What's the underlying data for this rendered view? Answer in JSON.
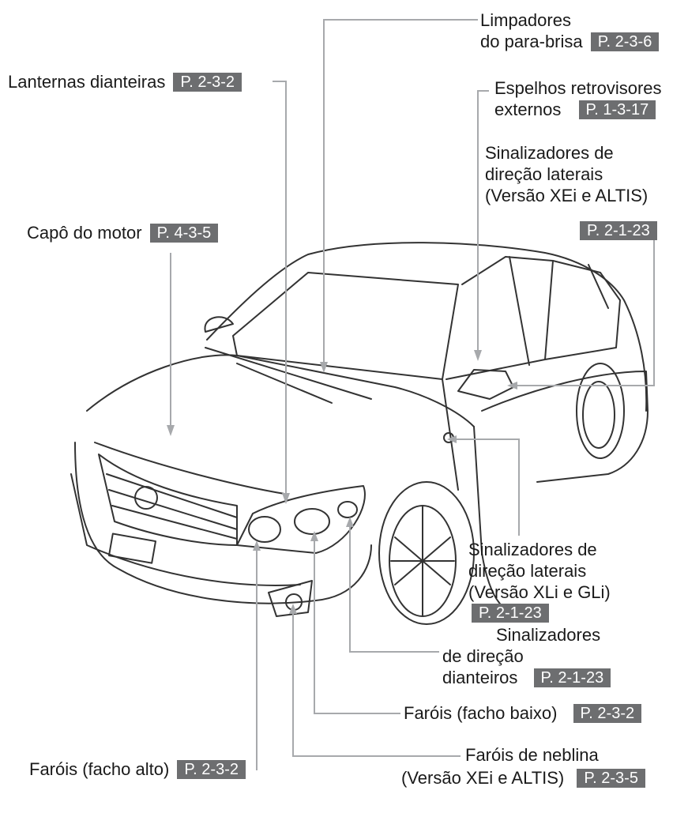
{
  "callouts": {
    "limpadores": {
      "line1": "Limpadores",
      "line2": "do para-brisa",
      "ref": "P. 2-3-6"
    },
    "lanternas": {
      "text": "Lanternas dianteiras",
      "ref": "P. 2-3-2"
    },
    "espelhos": {
      "line1": "Espelhos retrovisores",
      "line2": "externos",
      "ref": "P. 1-3-17"
    },
    "sinal_lat_xei": {
      "line1": "Sinalizadores de",
      "line2": "direção  laterais",
      "line3": "(Versão  XEi e ALTIS)",
      "ref": "P. 2-1-23"
    },
    "capo": {
      "text": "Capô do motor",
      "ref": "P. 4-3-5"
    },
    "sinal_lat_xli": {
      "line1": "Sinalizadores de",
      "line2": "direção laterais",
      "line3": "(Versão XLi e GLi)",
      "ref": "P. 2-1-23"
    },
    "sinal_diant": {
      "line1": "Sinalizadores",
      "line2": "de direção",
      "line3": "dianteiros",
      "ref": "P. 2-1-23"
    },
    "farois_baixo": {
      "text": "Faróis (facho baixo)",
      "ref": "P. 2-3-2"
    },
    "neblina": {
      "line1": "Faróis de neblina",
      "line2": "(Versão XEi e  ALTIS)",
      "ref": "P. 2-3-5"
    },
    "farois_alto": {
      "text": "Faróis (facho alto)",
      "ref": "P. 2-3-2"
    }
  },
  "colors": {
    "leader": "#a7a9ac",
    "tag_bg": "#6d6e70",
    "outline": "#333333"
  }
}
